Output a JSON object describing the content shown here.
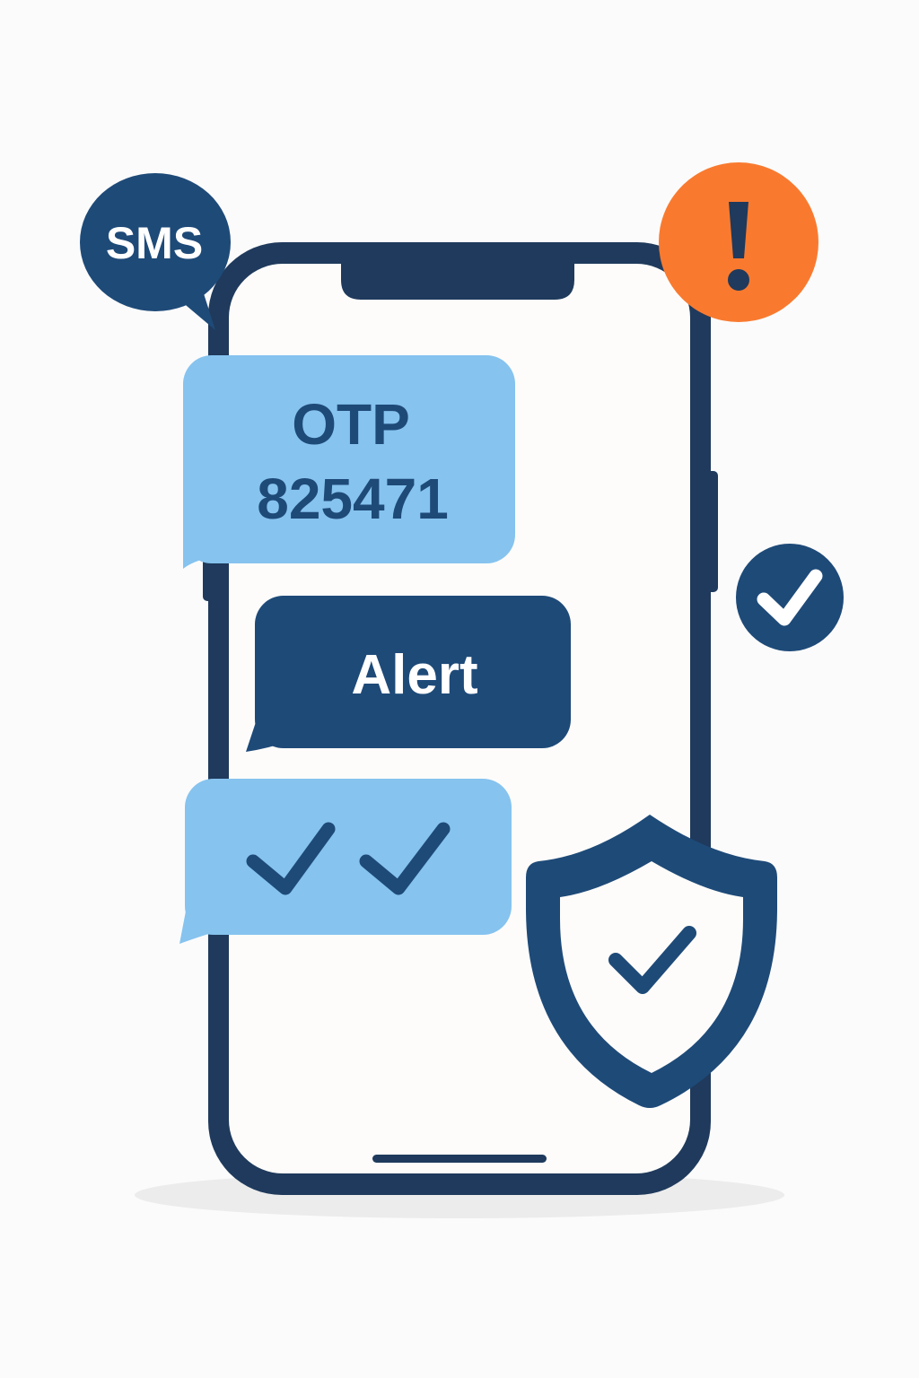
{
  "sms_badge": {
    "label": "SMS"
  },
  "otp_message": {
    "line1": "OTP",
    "line2": "825471"
  },
  "alert_message": {
    "label": "Alert"
  },
  "icons": {
    "read_receipt": "double-check-icon",
    "alert_badge": "exclamation-icon",
    "verified_badge": "check-icon",
    "security_shield": "shield-check-icon"
  },
  "colors": {
    "dark_navy": "#1f3a5c",
    "navy_text": "#1e4a78",
    "light_blue": "#86c3ef",
    "orange": "#f97a2f",
    "screen": "#fdfcfa",
    "background": "#fbfbfb"
  }
}
